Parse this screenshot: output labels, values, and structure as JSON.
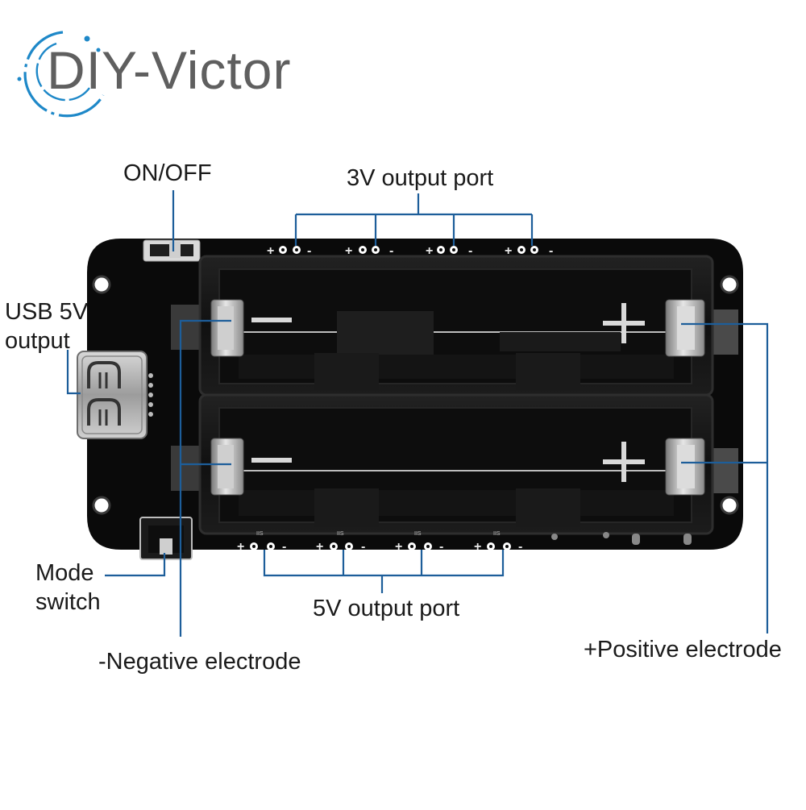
{
  "brand": {
    "name": "DIY-Victor",
    "logo_icon": "circular-dotted-logo-icon",
    "logo_color": "#1e88c8"
  },
  "labels": {
    "on_off": "ON/OFF",
    "output_3v": "3V output port",
    "usb_line1": "USB 5V",
    "usb_line2": "output",
    "mode_line1": "Mode",
    "mode_line2": "switch",
    "output_5v": "5V output port",
    "negative": "-Negative electrode",
    "positive": "+Positive electrode"
  },
  "board": {
    "plus_sign": "+",
    "minus_sign": "-",
    "silk_marks": [
      "IIS",
      "IIS",
      "IIS",
      "IIS"
    ]
  },
  "colors": {
    "leader": "#1d5e9a",
    "board": "#0a0a0a",
    "holder": "#161616",
    "metal": "#c9c9c9"
  }
}
